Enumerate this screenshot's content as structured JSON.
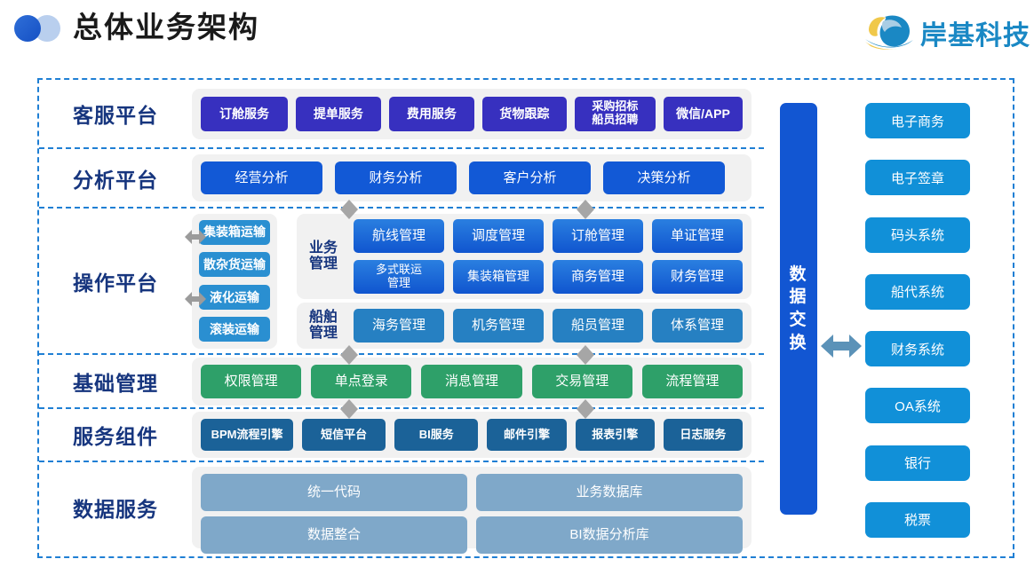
{
  "header": {
    "title": "总体业务架构",
    "logo_left_icon": "two-circles-icon",
    "brand_icon": "wave-logo-icon",
    "brand_name": "岸基科技"
  },
  "rows": [
    {
      "label": "客服平台",
      "items": [
        "订舱服务",
        "提单服务",
        "费用服务",
        "货物跟踪",
        "采购招标\n船员招聘",
        "微信/APP"
      ]
    },
    {
      "label": "分析平台",
      "items": [
        "经营分析",
        "财务分析",
        "客户分析",
        "决策分析"
      ]
    },
    {
      "label": "操作平台",
      "transport": [
        "集装箱运输",
        "散杂货运输",
        "液化运输",
        "滚装运输"
      ],
      "groups": [
        {
          "label": "业务\n管理",
          "grid": [
            [
              "航线管理",
              "调度管理",
              "订舱管理",
              "单证管理"
            ],
            [
              "多式联运\n管理",
              "集装箱管理",
              "商务管理",
              "财务管理"
            ]
          ]
        },
        {
          "label": "船舶\n管理",
          "grid": [
            [
              "海务管理",
              "机务管理",
              "船员管理",
              "体系管理"
            ]
          ]
        }
      ]
    },
    {
      "label": "基础管理",
      "items": [
        "权限管理",
        "单点登录",
        "消息管理",
        "交易管理",
        "流程管理"
      ]
    },
    {
      "label": "服务组件",
      "items": [
        "BPM流程引擎",
        "短信平台",
        "BI服务",
        "邮件引擎",
        "报表引擎",
        "日志服务"
      ]
    },
    {
      "label": "数据服务",
      "grid": [
        [
          "统一代码",
          "业务数据库"
        ],
        [
          "数据整合",
          "BI数据分析库"
        ]
      ]
    }
  ],
  "exchange": {
    "label": "数据交换",
    "chars": [
      "数",
      "据",
      "交",
      "换"
    ],
    "arrow_icon": "double-arrow-horizontal-icon"
  },
  "external_systems": [
    "电子商务",
    "电子签章",
    "码头系统",
    "船代系统",
    "财务系统",
    "OA系统",
    "银行",
    "税票"
  ],
  "colors": {
    "customer_service": "#3730bf",
    "analysis": "#1259d6",
    "transport": "#2a8fd1",
    "ops_grid": "#1055cf",
    "ship_grid": "#2680c2",
    "base_mgmt": "#2ea069",
    "service_comp": "#1b6298",
    "data_service": "#7fa8c9",
    "exchange_bar": "#1256d2",
    "external": "#1190d8",
    "frame_border": "#1f7fd4",
    "label_text": "#16357e",
    "brand": "#1a88c4"
  }
}
